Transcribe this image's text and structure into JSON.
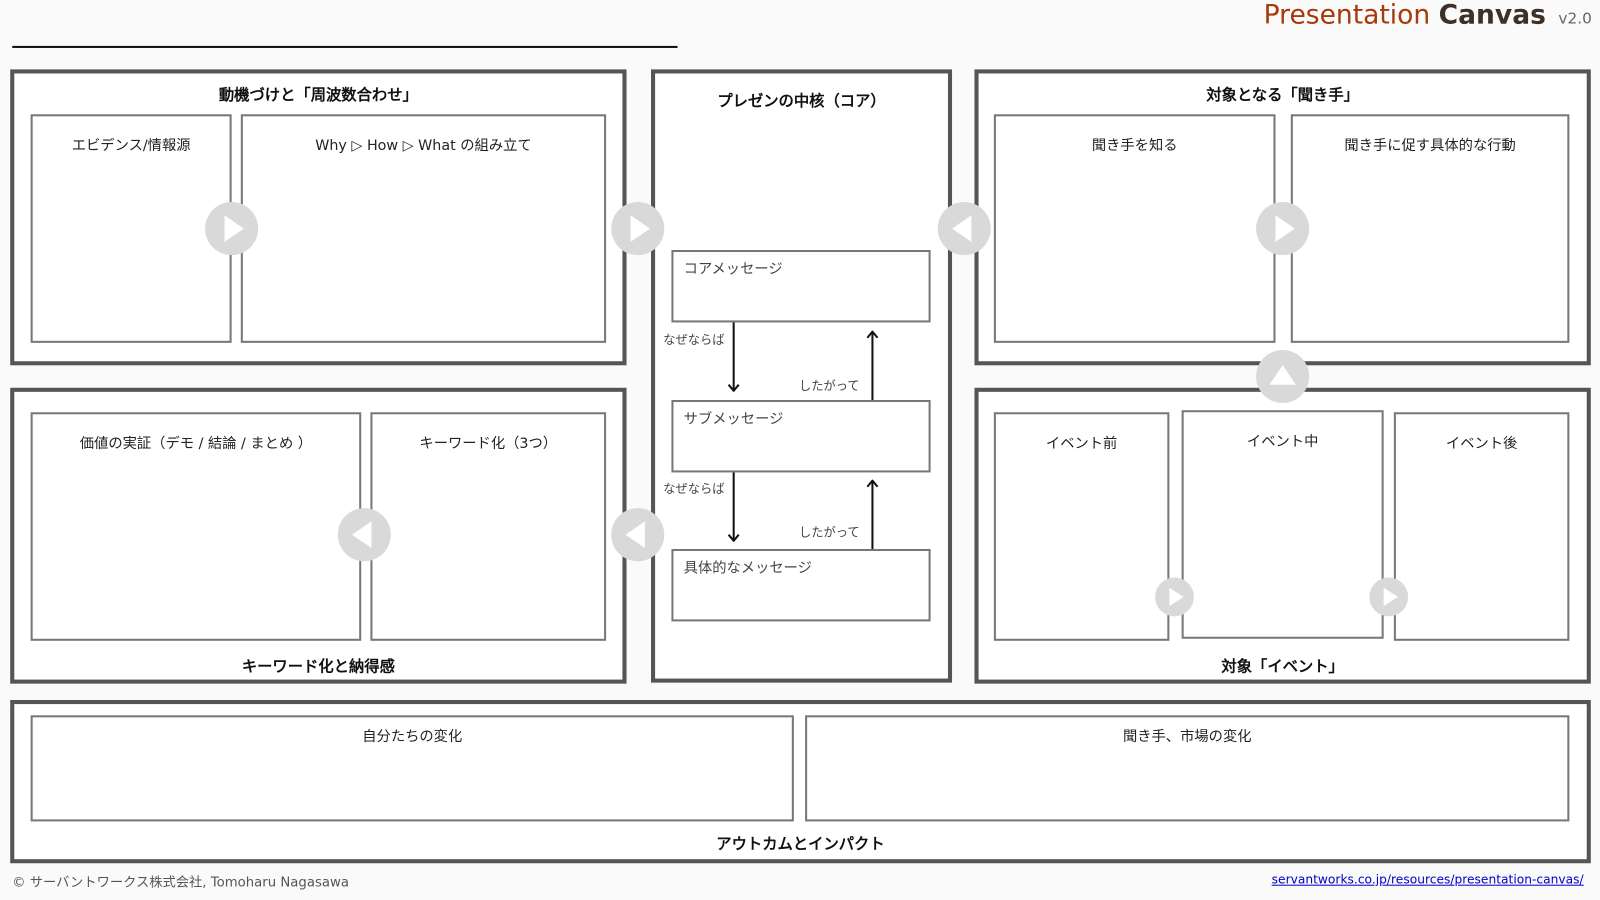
{
  "header": {
    "title_part1": "Presentation",
    "title_part2": "Canvas",
    "version": "v2.0",
    "title_color": "#a63a0a"
  },
  "motivation": {
    "title": "動機づけと「周波数合わせ」",
    "evidence": "エビデンス/情報源",
    "structure": "Why ▷ How ▷ What の組み立て"
  },
  "core": {
    "title": "プレゼンの中核（コア）",
    "core_message": "コアメッセージ",
    "sub_message": "サブメッセージ",
    "concrete_message": "具体的なメッセージ",
    "because": "なぜならば",
    "therefore": "したがって"
  },
  "audience": {
    "title": "対象となる「聞き手」",
    "know": "聞き手を知る",
    "action": "聞き手に促す具体的な行動"
  },
  "keywords": {
    "title": "キーワード化と納得感",
    "value": "価値の実証（デモ / 結論 / まとめ ）",
    "keyword": "キーワード化（3つ）"
  },
  "event": {
    "title": "対象「イベント」",
    "before": "イベント前",
    "during": "イベント中",
    "after": "イベント後"
  },
  "outcome": {
    "title": "アウトカムとインパクト",
    "ours": "自分たちの変化",
    "market": "聞き手、市場の変化"
  },
  "footer": {
    "copyright": "© サーバントワークス株式会社, Tomoharu Nagasawa",
    "link": "servantworks.co.jp/resources/presentation-canvas/"
  }
}
